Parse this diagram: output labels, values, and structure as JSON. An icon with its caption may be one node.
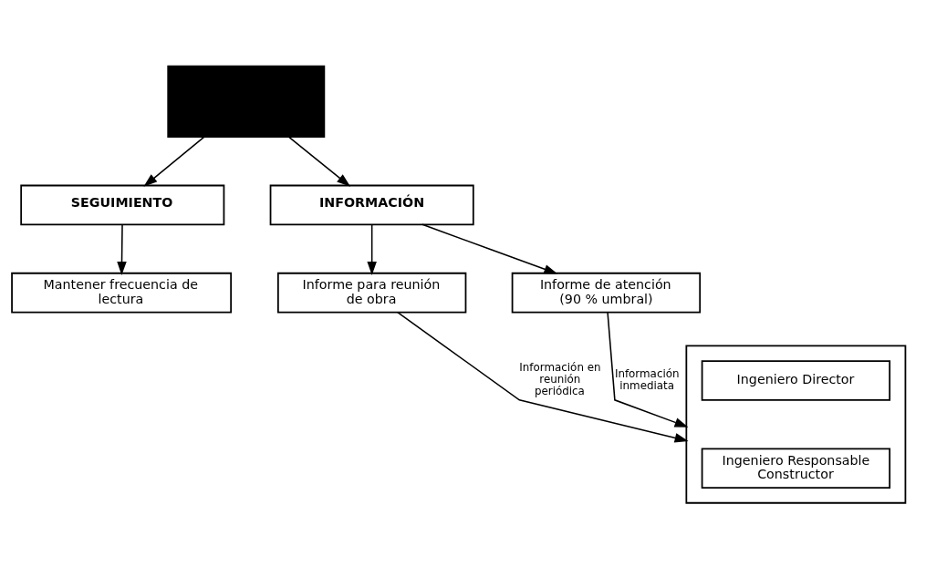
{
  "diagram": {
    "nodes": [
      {
        "text": [],
        "shape": "box"
      },
      {
        "text": [
          "SEGUIMIENTO"
        ]
      },
      {
        "text": [
          "INFORMACIÓN"
        ]
      },
      {
        "text": [
          "Mantener frecuencia de lectura"
        ]
      },
      {
        "text": [
          "Informe para reunión de obra"
        ]
      },
      {
        "text": [
          "Informe de atención",
          "(90 % umbral)"
        ]
      },
      {
        "text": [],
        "shape": "box"
      },
      {
        "text": [
          "Ingeniero Director"
        ],
        "in": 6
      },
      {
        "text": [
          "Ingeniero Responsable Constructor"
        ],
        "in": 6
      }
    ],
    "edges": [
      {
        "from": 0,
        "to": 1,
        "arrow": "to"
      },
      {
        "from": 0,
        "to": 2,
        "arrow": "to"
      },
      {
        "from": 1,
        "to": 3,
        "arrow": "to"
      },
      {
        "from": 2,
        "to": 4,
        "arrow": "to"
      },
      {
        "from": 2,
        "to": 5,
        "arrow": "to"
      },
      {
        "from": 4,
        "to": 6,
        "arrow": "to",
        "label": "Información en reunión periódica"
      },
      {
        "from": 5,
        "to": 6,
        "arrow": "to",
        "label": "Información inmediata"
      }
    ]
  }
}
